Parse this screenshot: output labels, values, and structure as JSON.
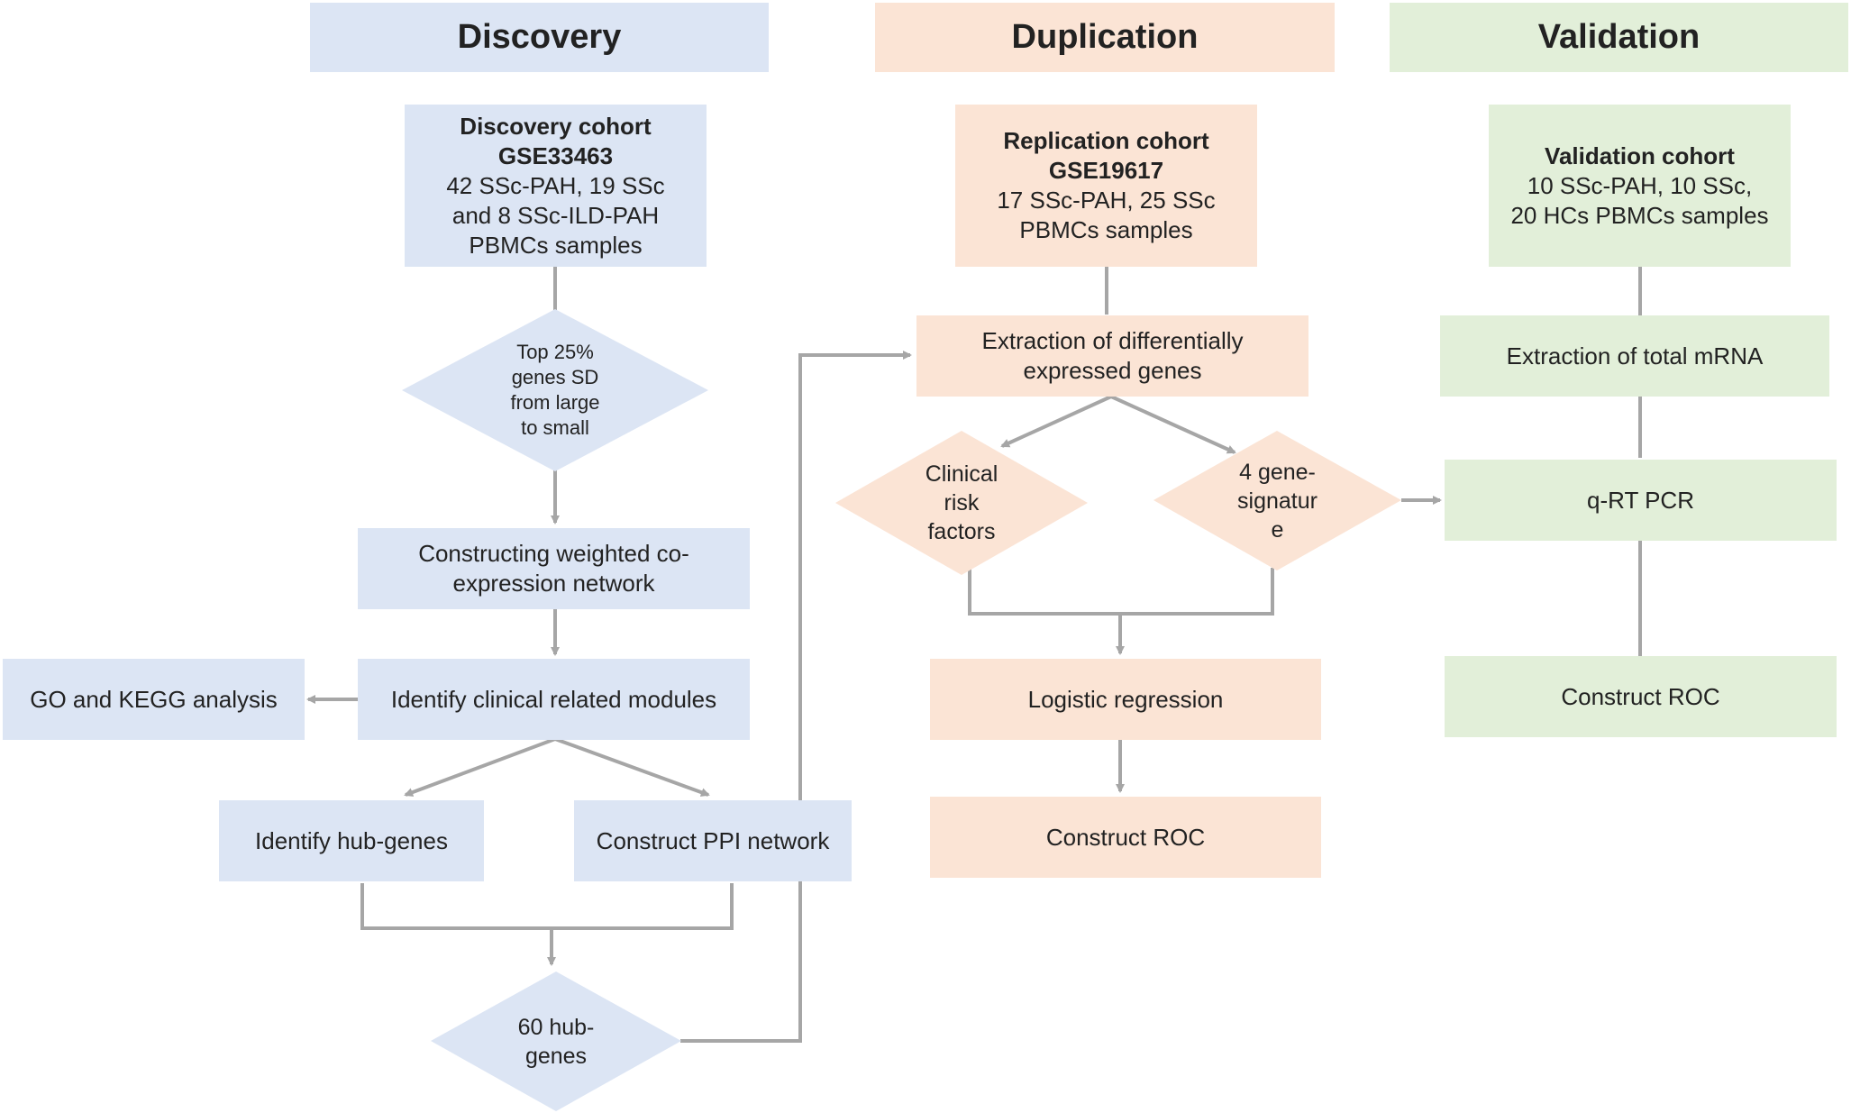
{
  "headers": {
    "discovery": "Discovery",
    "duplication": "Duplication",
    "validation": "Validation"
  },
  "discovery": {
    "cohort": {
      "title1": "Discovery cohort",
      "title2": "GSE33463",
      "line1": "42 SSc-PAH, 19 SSc",
      "line2": "and 8 SSc-ILD-PAH",
      "line3": "PBMCs samples"
    },
    "top_genes": {
      "line1": "Top 25%",
      "line2": "genes SD",
      "line3": "from large",
      "line4": "to small"
    },
    "wgcna": {
      "line1": "Constructing weighted co-",
      "line2": "expression network"
    },
    "modules": "Identify clinical related modules",
    "go_kegg": "GO and KEGG analysis",
    "hub_genes": "Identify hub-genes",
    "ppi": "Construct PPI network",
    "hub60": {
      "line1": "60 hub-",
      "line2": "genes"
    }
  },
  "duplication": {
    "cohort": {
      "title1": "Replication cohort",
      "title2": "GSE19617",
      "line1": "17 SSc-PAH, 25 SSc",
      "line2": "PBMCs samples"
    },
    "deg": {
      "line1": "Extraction of differentially",
      "line2": "expressed genes"
    },
    "clinical": {
      "line1": "Clinical",
      "line2": "risk",
      "line3": "factors"
    },
    "signature": {
      "line1": "4 gene-",
      "line2": "signatur",
      "line3": "e"
    },
    "logistic": "Logistic regression",
    "roc": "Construct ROC"
  },
  "validation": {
    "cohort": {
      "title1": "Validation cohort",
      "line1": "10 SSc-PAH, 10 SSc,",
      "line2": "20 HCs PBMCs samples"
    },
    "mrna": "Extraction of total mRNA",
    "qrt": "q-RT PCR",
    "roc": "Construct ROC"
  },
  "colors": {
    "blue_fill": "#dce5f4",
    "peach_fill": "#fbe4d5",
    "green_fill": "#e2efd9",
    "connector": "#a6a6a6"
  }
}
